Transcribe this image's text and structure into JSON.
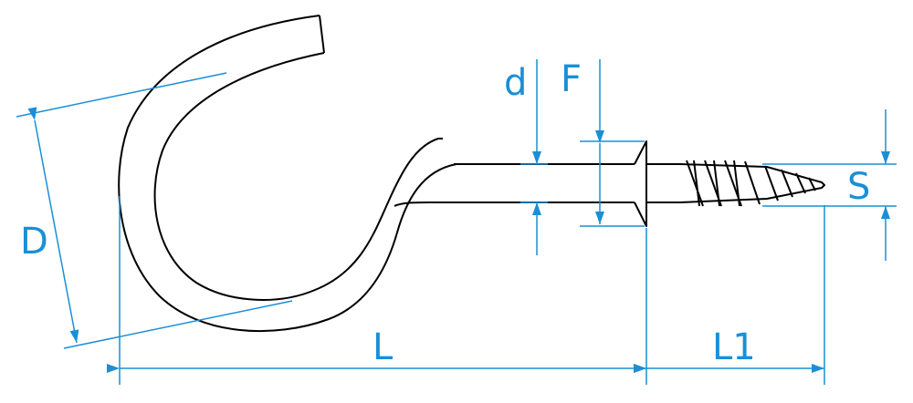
{
  "colors": {
    "outline": "#000000",
    "dimension": "#1a8fd6",
    "background": "#ffffff"
  },
  "labels": {
    "d": "d",
    "F": "F",
    "S": "S",
    "D": "D",
    "L": "L",
    "L1": "L1"
  }
}
